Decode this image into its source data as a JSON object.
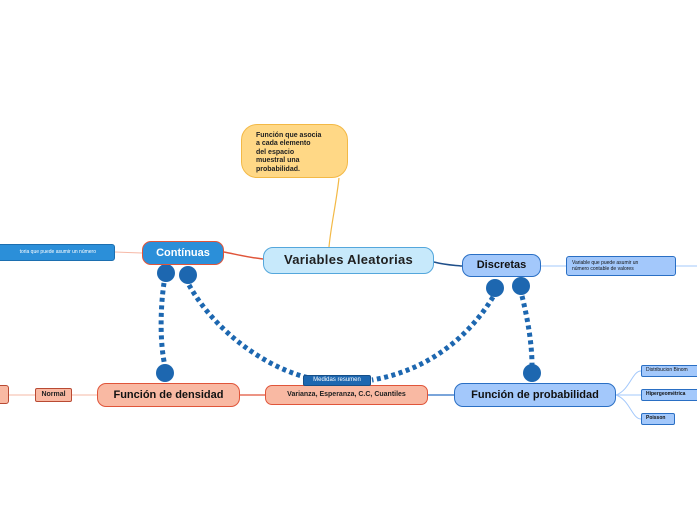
{
  "central_topic": "Variables Aleatorias",
  "callout_lines": [
    "Función que asocia",
    "a cada elemento",
    "del espacio",
    "muestral una",
    "probabilidad."
  ],
  "continuas": {
    "label": "Contínuas",
    "definition": "toria que puede asumir un número"
  },
  "discretas": {
    "label": "Discretas",
    "definition_lines": [
      "Variable que puede asumir un",
      "número contable de valores"
    ]
  },
  "funcion_densidad": {
    "label": "Función de densidad",
    "children": [
      "Normal"
    ]
  },
  "medidas_resumen": {
    "label": "Medidas resumen",
    "value": "Varianza, Esperanza, C.C, Cuantiles"
  },
  "funcion_probabilidad": {
    "label": "Función de probabilidad",
    "children": [
      "Distribucion Binom",
      "Hipergeométrica",
      "Poisson"
    ]
  },
  "colors": {
    "continuas_branch": "#e0553a",
    "discretas_branch": "#2a6fc4",
    "callout_branch": "#f3b946",
    "relationship_dots": "#1d67b0"
  }
}
